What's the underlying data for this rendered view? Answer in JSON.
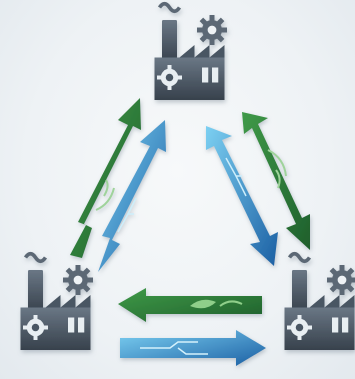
{
  "diagram": {
    "nodes": [
      {
        "id": "factory-top",
        "icon": "factory-gear-icon"
      },
      {
        "id": "factory-bottom-left",
        "icon": "factory-gear-icon"
      },
      {
        "id": "factory-bottom-right",
        "icon": "factory-gear-icon"
      }
    ],
    "edges": [
      {
        "id": "left-side",
        "arrows": [
          "green-leaf-arrow",
          "blue-circuit-arrow"
        ]
      },
      {
        "id": "right-side",
        "arrows": [
          "green-leaf-arrow",
          "blue-circuit-arrow"
        ]
      },
      {
        "id": "bottom-side",
        "arrows": [
          "green-leaf-arrow",
          "blue-circuit-arrow"
        ]
      }
    ],
    "colors": {
      "green": "#2e7d3a",
      "green_light": "#6fb36a",
      "blue": "#1f6fb2",
      "blue_light": "#6ec3ea",
      "factory_dark": "#3b4652",
      "factory_mid": "#5b6875",
      "background": "#eef2f5"
    }
  }
}
